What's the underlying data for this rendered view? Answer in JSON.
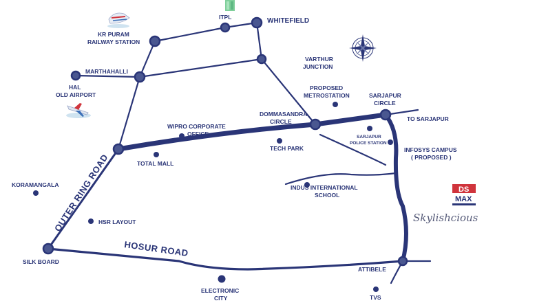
{
  "colors": {
    "road": "#2a3577",
    "node_fill": "#4a5790",
    "node_ring": "#2a3577",
    "label": "#2a3577",
    "logo_red": "#d0343c"
  },
  "roads": {
    "outer_ring": "OUTER RING ROAD",
    "hosur": "HOSUR ROAD"
  },
  "places": {
    "itpl": "ITPL",
    "whitefield": "WHITEFIELD",
    "kr_puram_1": "KR PURAM",
    "kr_puram_2": "RAILWAY STATION",
    "varthur_1": "VARTHUR",
    "varthur_2": "JUNCTION",
    "marthahalli": "MARTHAHALLI",
    "hal_1": "HAL",
    "hal_2": "OLD AIRPORT",
    "proposed_metro_1": "PROPOSED",
    "proposed_metro_2": "METROSTATION",
    "sarjapur_circle_1": "SARJAPUR",
    "sarjapur_circle_2": "CIRCLE",
    "dommasandra_1": "DOMMASANDRA",
    "dommasandra_2": "CIRCLE",
    "to_sarjapur": "TO SARJAPUR",
    "wipro_1": "WIPRO CORPORATE",
    "wipro_2": "OFFICE",
    "sarjapur_police_1": "SARJAPUR",
    "sarjapur_police_2": "POLICE STATION",
    "tech_park": "TECH PARK",
    "infosys_1": "INFOSYS CAMPUS",
    "infosys_2": "( PROPOSED )",
    "total_mall": "TOTAL MALL",
    "koramangala": "KORAMANGALA",
    "indus_1": "INDUS INTERNATIONAL",
    "indus_2": "SCHOOL",
    "hsr_layout": "HSR LAYOUT",
    "silk_board": "SILK BOARD",
    "attibele": "ATTIBELE",
    "electronic_1": "ELECTRONIC",
    "electronic_2": "CITY",
    "tvs": "TVS"
  },
  "brand": {
    "logo_top": "DS",
    "logo_bottom": "MAX",
    "project": "Skylishcious"
  },
  "icons": [
    "compass-rose-icon",
    "train-icon",
    "airplane-icon",
    "building-icon"
  ]
}
